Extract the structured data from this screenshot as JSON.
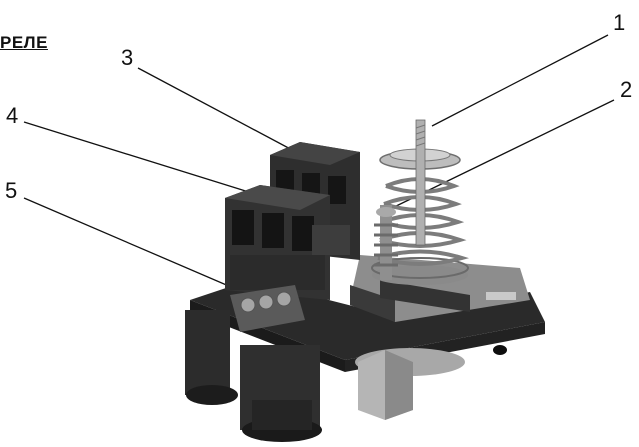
{
  "heading": "РЕЛЕ",
  "callouts": {
    "c1": "1",
    "c2": "2",
    "c3": "3",
    "c4": "4",
    "c5": "5"
  },
  "colors": {
    "plastic": "#2e2e2e",
    "plastic_light": "#4a4a4a",
    "metal": "#b9b9b9",
    "metal_dark": "#7d7d7d"
  }
}
